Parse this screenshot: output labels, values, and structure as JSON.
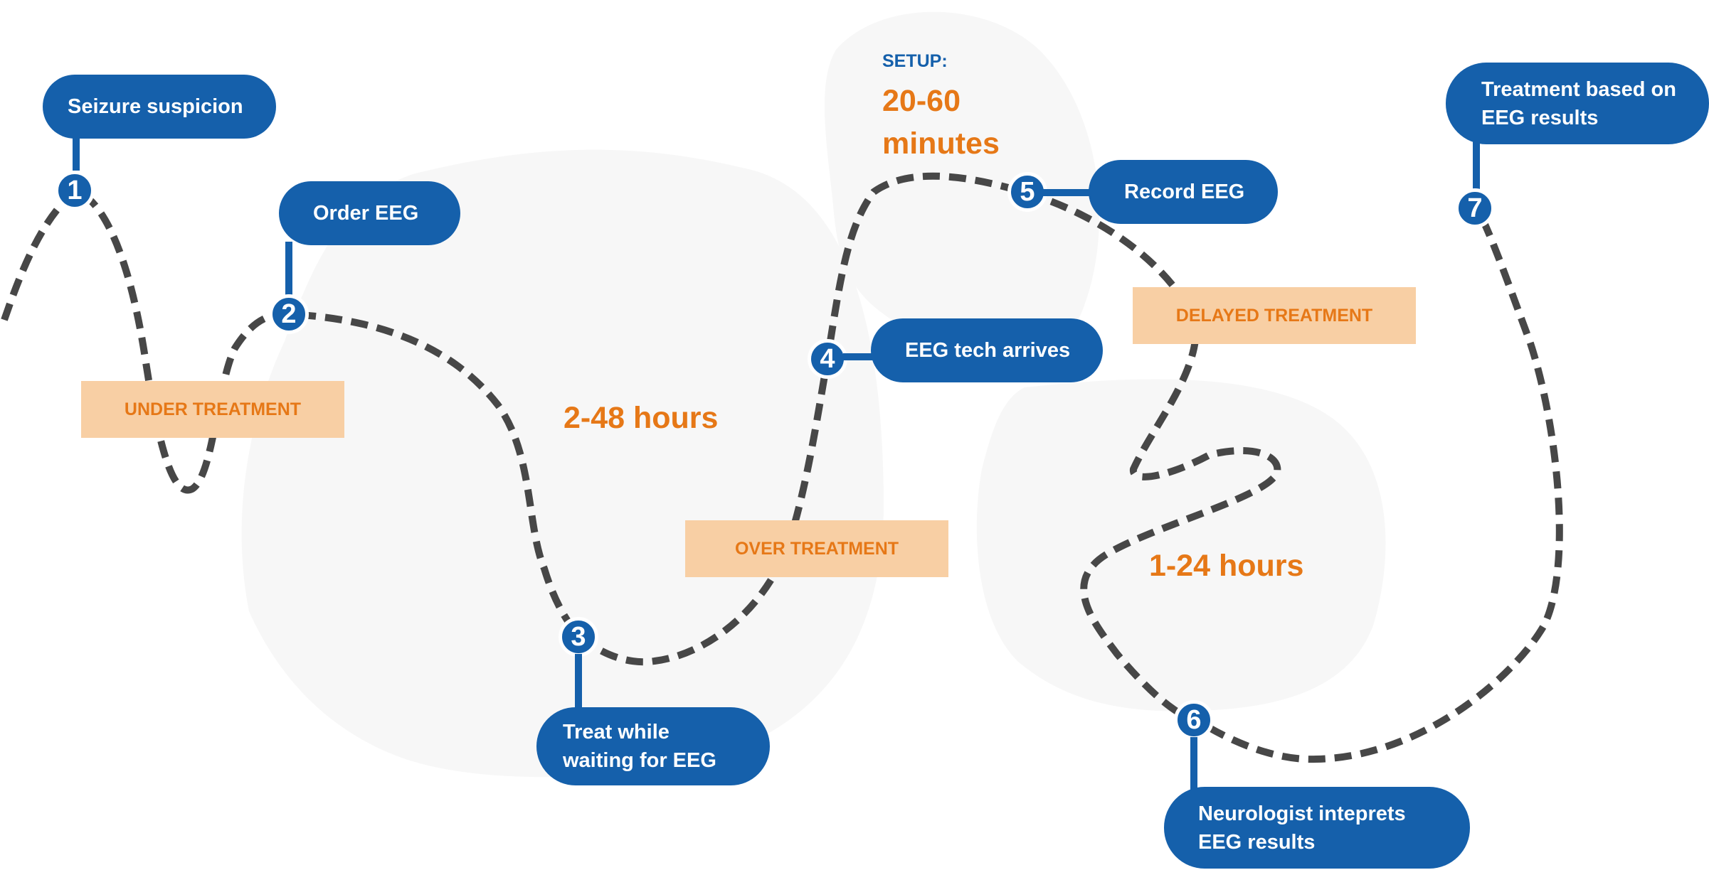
{
  "steps": [
    {
      "number": "1",
      "label": "Seizure suspicion"
    },
    {
      "number": "2",
      "label": "Order EEG"
    },
    {
      "number": "3",
      "label": "Treat while\nwaiting for  EEG"
    },
    {
      "number": "4",
      "label": "EEG tech arrives"
    },
    {
      "number": "5",
      "label": "Record EEG"
    },
    {
      "number": "6",
      "label": "Neurologist inteprets\nEEG results"
    },
    {
      "number": "7",
      "label": "Treatment based on\nEEG results"
    }
  ],
  "phases": [
    {
      "label": "UNDER TREATMENT"
    },
    {
      "label": "OVER TREATMENT"
    },
    {
      "label": "DELAYED TREATMENT"
    }
  ],
  "durations": {
    "waiting": "2-48 hours",
    "setup_label": "SETUP:",
    "setup_time": "20-60\nminutes",
    "interpretation": "1-24 hours"
  },
  "colors": {
    "primary": "#1560ab",
    "accent": "#e67817",
    "tag_bg": "#f8cfa4",
    "path": "#474747",
    "blob": "#f7f7f7"
  }
}
